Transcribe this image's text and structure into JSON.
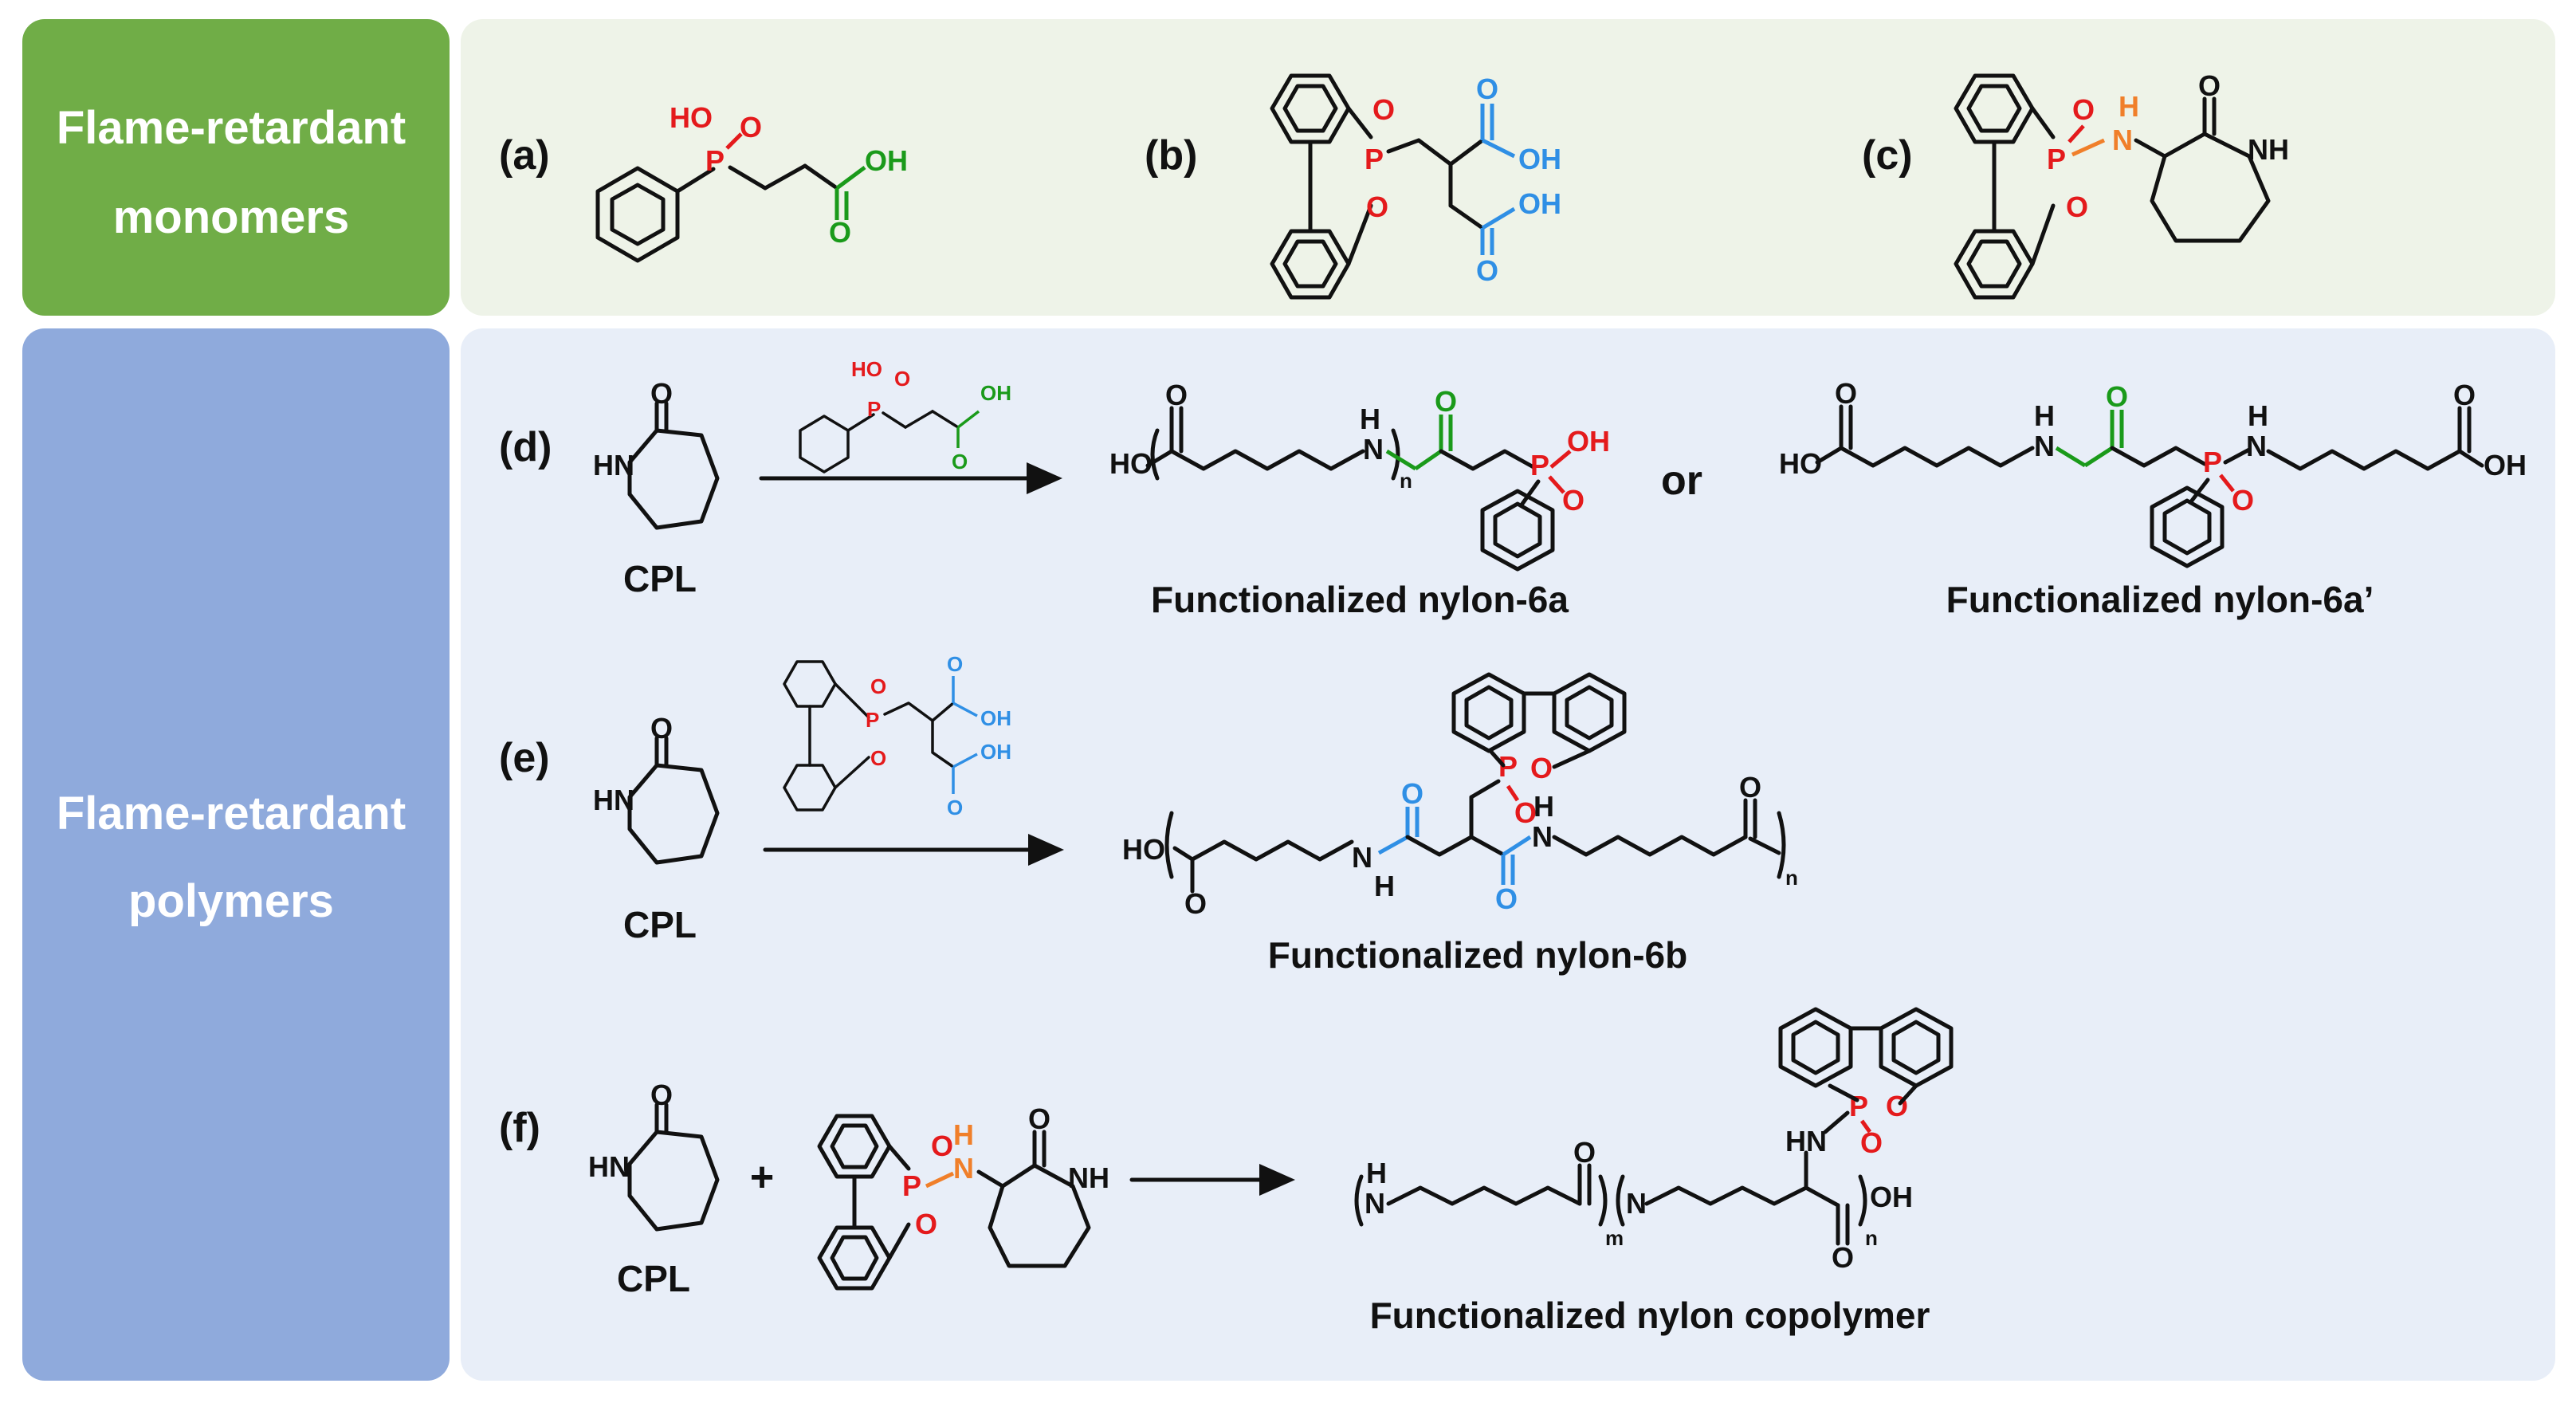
{
  "sections": {
    "monomers_title_line1": "Flame-retardant",
    "monomers_title_line2": "monomers",
    "polymers_title_line1": "Flame-retardant",
    "polymers_title_line2": "polymers"
  },
  "colors": {
    "monomers_header": "#70ad47",
    "monomers_panel": "#eef3e8",
    "polymers_header": "#8faadc",
    "polymers_panel": "#e8eef8",
    "oxygen_phosphorus": "#e41a1c",
    "carboxyl_a": "#1a9a1a",
    "carboxyl_b": "#2f8fe5",
    "amine_c": "#f07f2a"
  },
  "panels": {
    "a": "(a)",
    "b": "(b)",
    "c": "(c)",
    "d": "(d)",
    "e": "(e)",
    "f": "(f)"
  },
  "reactants": {
    "cpl": "CPL",
    "plus": "+",
    "or": "or"
  },
  "products": {
    "nylon_6a": "Functionalized nylon-6a",
    "nylon_6a_prime": "Functionalized nylon-6a’",
    "nylon_6b": "Functionalized nylon-6b",
    "copolymer": "Functionalized nylon copolymer"
  },
  "atoms": {
    "OH": "OH",
    "HO": "HO",
    "O": "O",
    "P": "P",
    "H": "H",
    "N": "N",
    "NH": "NH",
    "HN": "HN",
    "n": "n",
    "m": "m"
  },
  "icons": [
    "chemical-structure-icon",
    "reaction-arrow-icon"
  ]
}
